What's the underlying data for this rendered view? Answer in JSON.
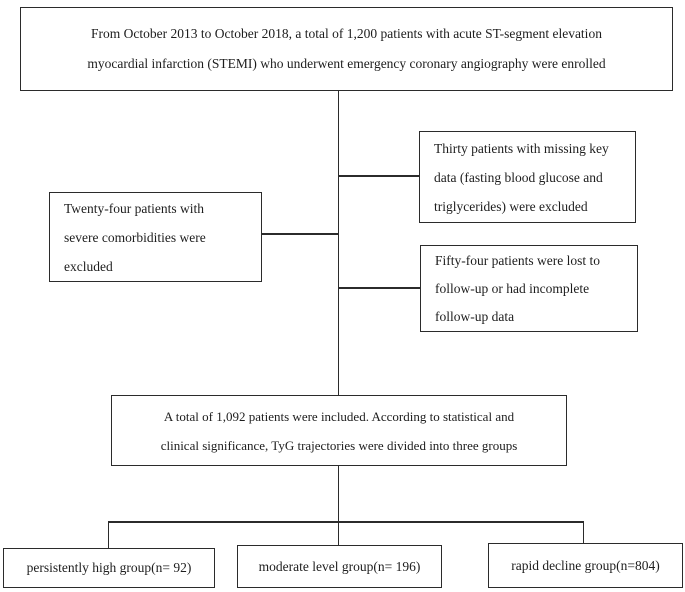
{
  "figure": {
    "bg_color": "#ffffff",
    "line_color": "#2b2b2b",
    "text_color": "#1d1d1d"
  },
  "boxes": {
    "enrollment": {
      "lines": [
        "From October 2013 to October 2018, a total of 1,200 patients with acute ST-segment elevation",
        "myocardial infarction (STEMI) who underwent emergency coronary angiography were enrolled"
      ]
    },
    "missing_data_exclusion": {
      "lines": [
        "Thirty patients with missing key",
        "data (fasting blood glucose and",
        "triglycerides) were excluded"
      ]
    },
    "comorbidity_exclusion": {
      "lines": [
        "Twenty-four patients with",
        "severe comorbidities were",
        "excluded"
      ]
    },
    "lost_followup_exclusion": {
      "lines": [
        "Fifty-four patients were lost to",
        "follow-up or had incomplete",
        "follow-up data"
      ]
    },
    "included": {
      "lines": [
        "A total of 1,092 patients were included. According to statistical and",
        "clinical significance, TyG trajectories were divided into three groups"
      ]
    },
    "group_high": {
      "label": "persistently high group(n= 92)"
    },
    "group_moderate": {
      "label": "moderate level group(n= 196)"
    },
    "group_rapid_decline": {
      "label": "rapid decline group(n=804)"
    }
  }
}
